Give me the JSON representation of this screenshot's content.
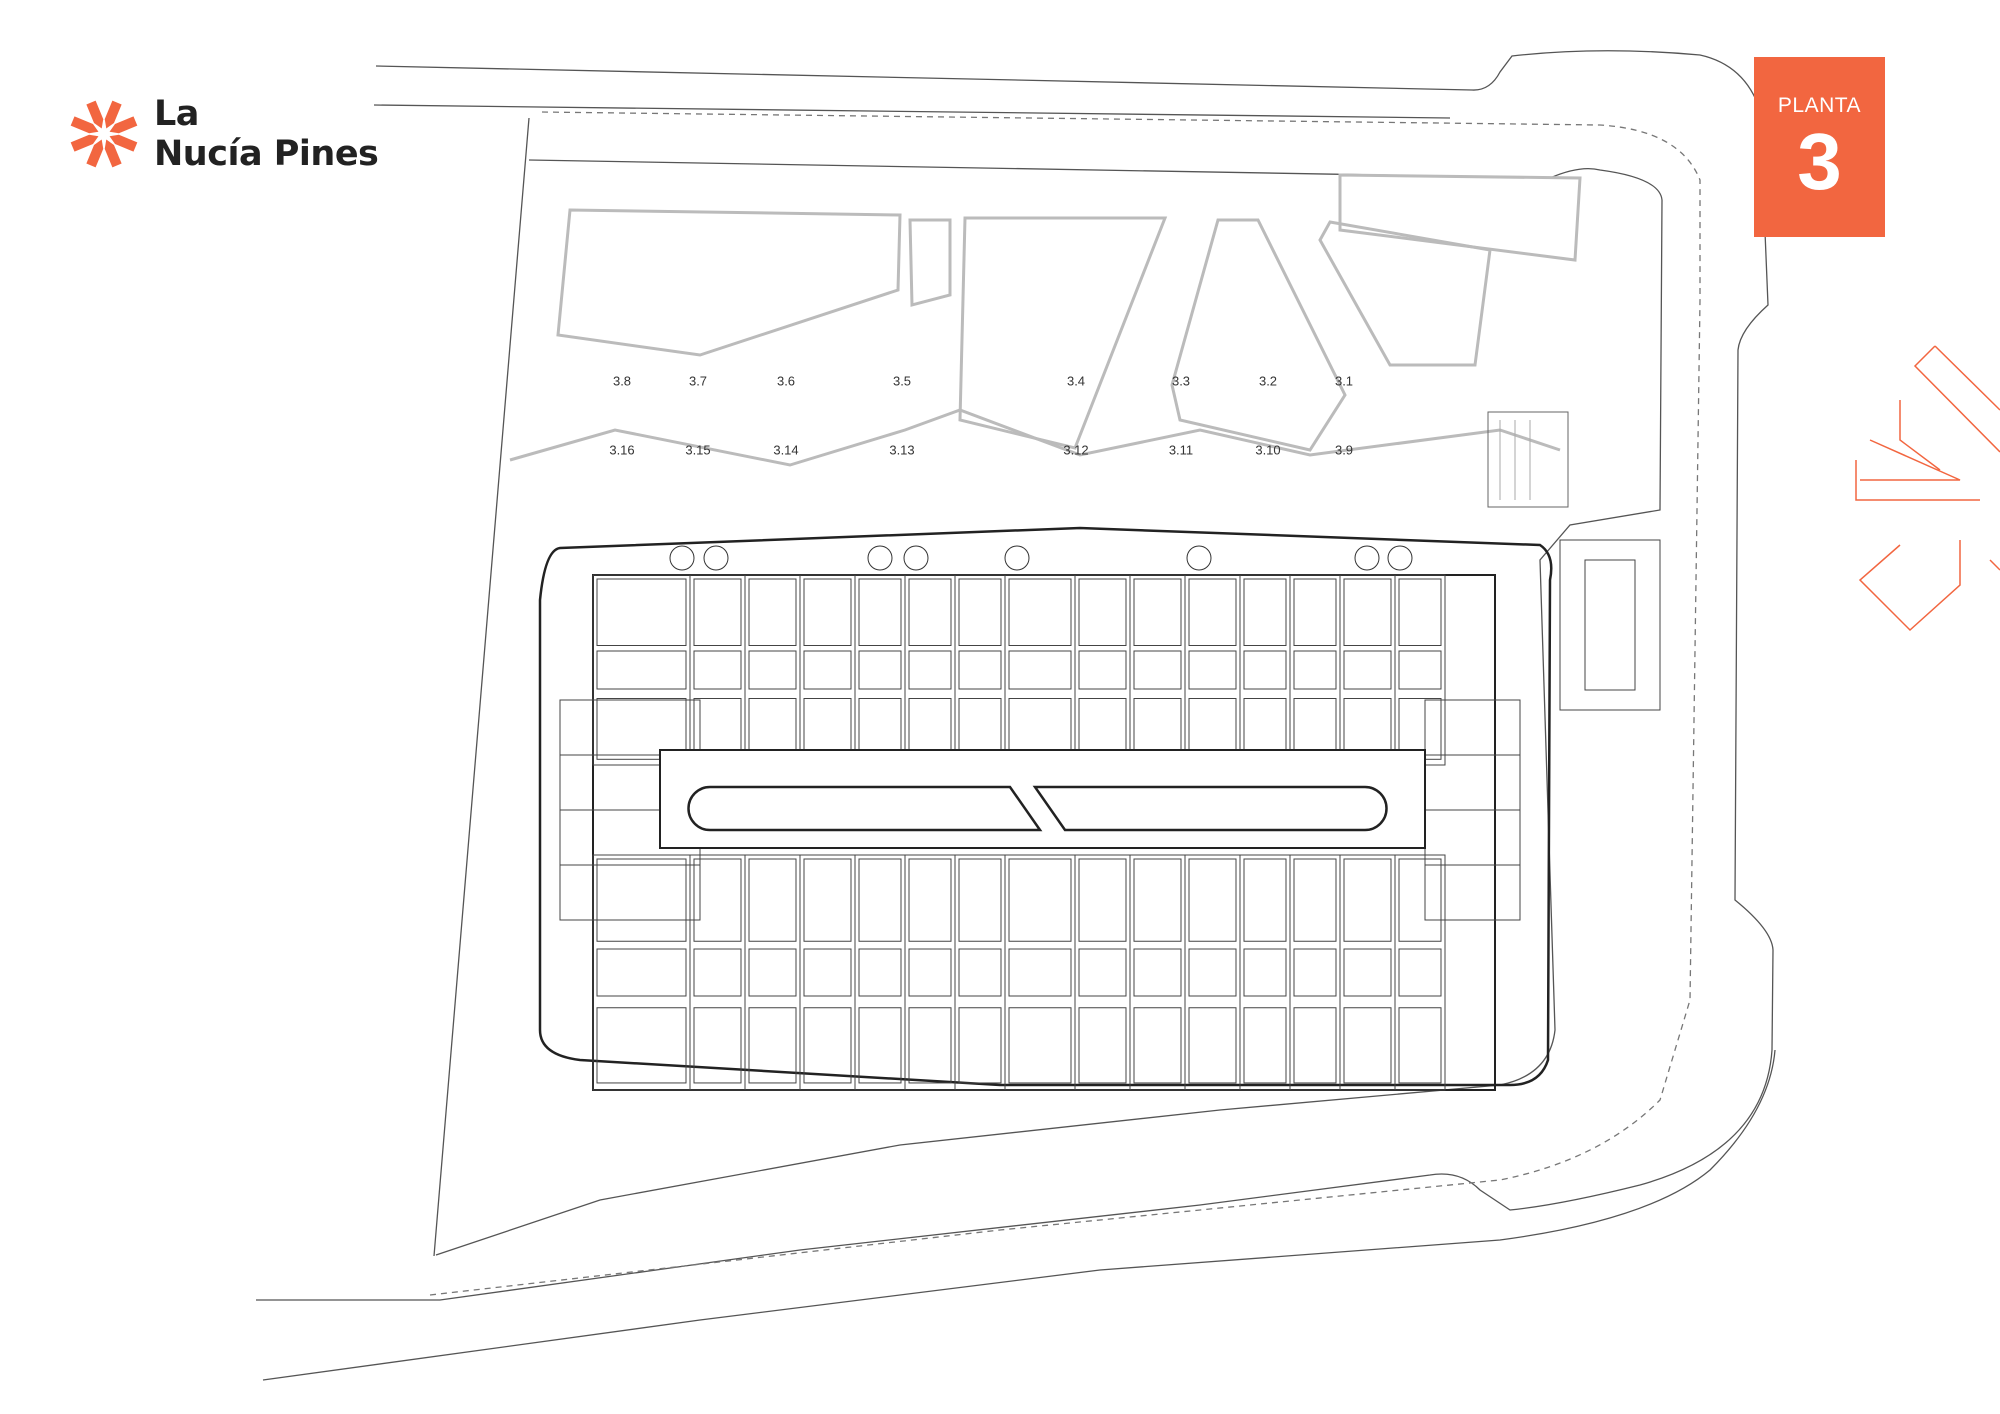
{
  "brand": {
    "line1": "La",
    "line2": "Nucía Pines"
  },
  "floor_badge": {
    "label": "PLANTA",
    "number": "3"
  },
  "parking_labels_top": [
    "3.8",
    "3.7",
    "3.6",
    "3.5",
    "3.4",
    "3.3",
    "3.2",
    "3.1"
  ],
  "parking_labels_bottom": [
    "3.16",
    "3.15",
    "3.14",
    "3.13",
    "3.12",
    "3.11",
    "3.10",
    "3.9"
  ],
  "colors": {
    "accent": "#f26640",
    "line": "#333333",
    "light_line": "#b5b5b5"
  }
}
